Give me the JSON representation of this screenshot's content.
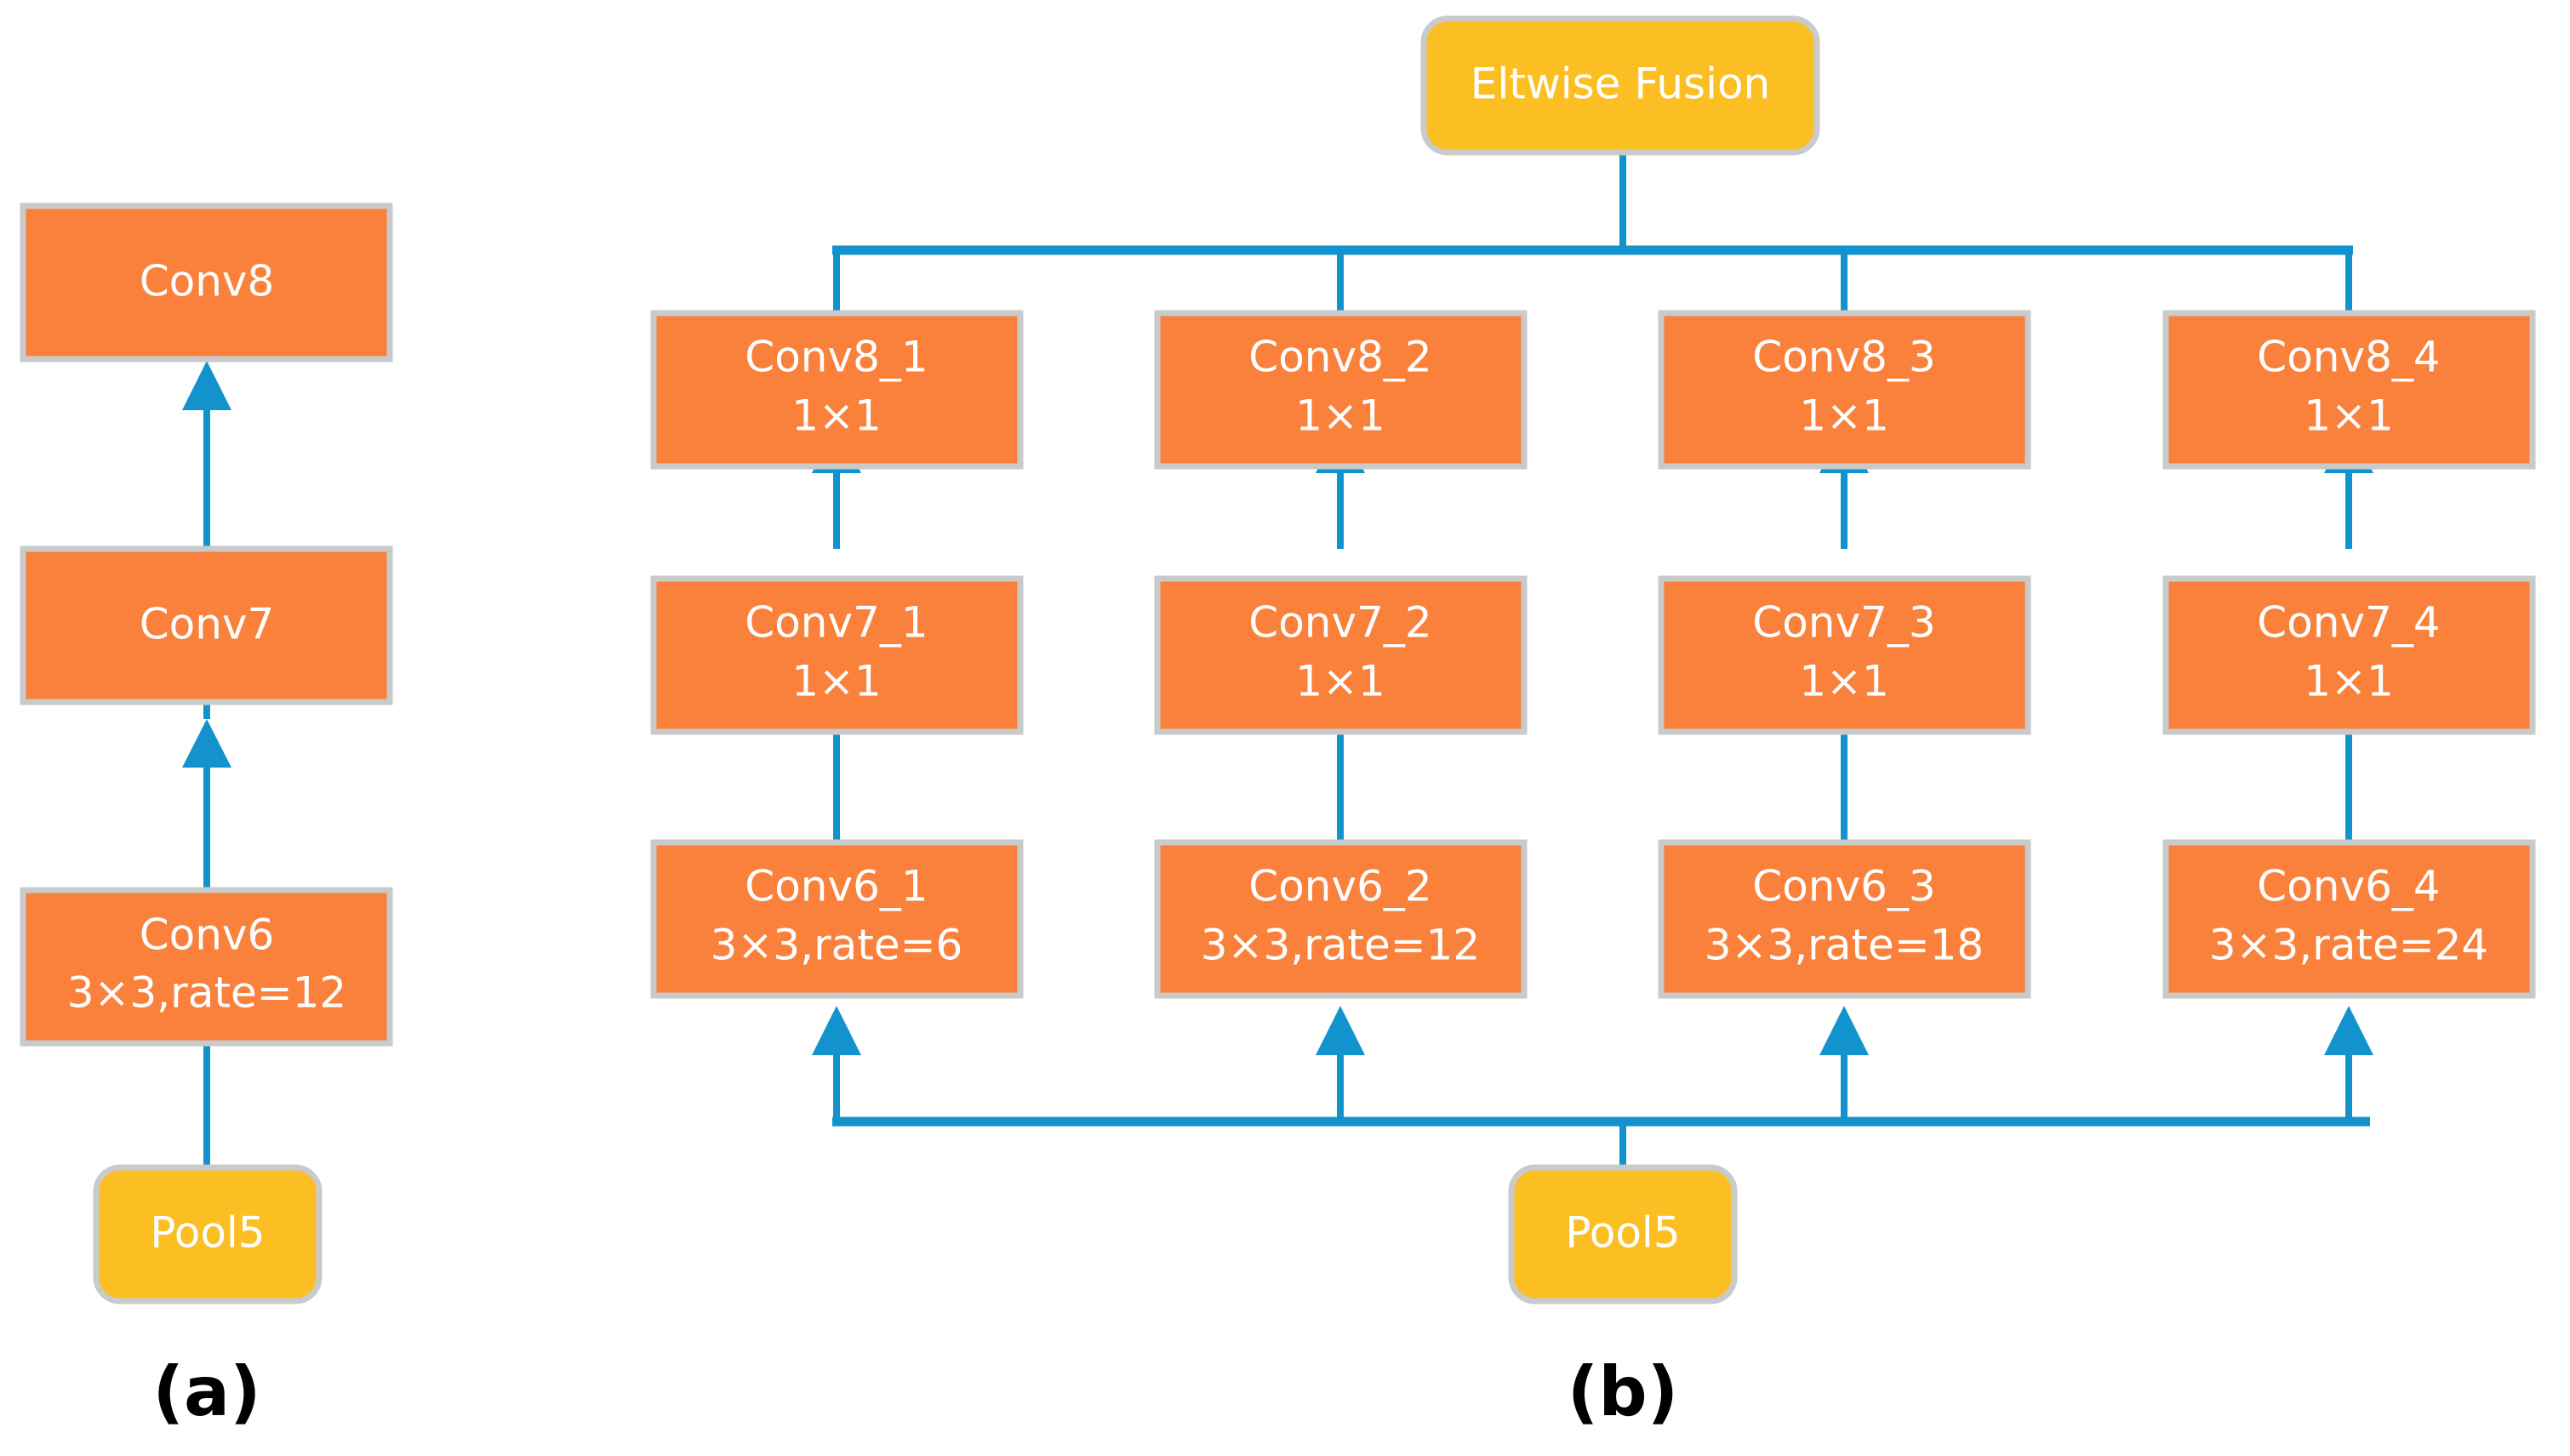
{
  "figure": {
    "background_color": "#ffffff",
    "panels": [
      {
        "id": "panel-a",
        "caption": "(a)",
        "nodes": [
          {
            "id": "a-pool5",
            "label_line1": "Pool5",
            "label_line2": "",
            "shape": "rounded",
            "color": "#FBBF24"
          },
          {
            "id": "a-conv6",
            "label_line1": "Conv6",
            "label_line2": "3×3,rate=12",
            "shape": "rect",
            "color": "#F9813C"
          },
          {
            "id": "a-conv7",
            "label_line1": "Conv7",
            "label_line2": "",
            "shape": "rect",
            "color": "#F9813C"
          },
          {
            "id": "a-conv8",
            "label_line1": "Conv8",
            "label_line2": "",
            "shape": "rect",
            "color": "#F9813C"
          }
        ]
      },
      {
        "id": "panel-b",
        "caption": "(b)",
        "nodes": [
          {
            "id": "b-pool5",
            "label_line1": "Pool5",
            "label_line2": "",
            "shape": "rounded",
            "color": "#FBBF24"
          },
          {
            "id": "b-conv6-1",
            "label_line1": "Conv6_1",
            "label_line2": "3×3,rate=6",
            "shape": "rect",
            "color": "#F9813C"
          },
          {
            "id": "b-conv6-2",
            "label_line1": "Conv6_2",
            "label_line2": "3×3,rate=12",
            "shape": "rect",
            "color": "#F9813C"
          },
          {
            "id": "b-conv6-3",
            "label_line1": "Conv6_3",
            "label_line2": "3×3,rate=18",
            "shape": "rect",
            "color": "#F9813C"
          },
          {
            "id": "b-conv6-4",
            "label_line1": "Conv6_4",
            "label_line2": "3×3,rate=24",
            "shape": "rect",
            "color": "#F9813C"
          },
          {
            "id": "b-conv7-1",
            "label_line1": "Conv7_1",
            "label_line2": "1×1",
            "shape": "rect",
            "color": "#F9813C"
          },
          {
            "id": "b-conv7-2",
            "label_line1": "Conv7_2",
            "label_line2": "1×1",
            "shape": "rect",
            "color": "#F9813C"
          },
          {
            "id": "b-conv7-3",
            "label_line1": "Conv7_3",
            "label_line2": "1×1",
            "shape": "rect",
            "color": "#F9813C"
          },
          {
            "id": "b-conv7-4",
            "label_line1": "Conv7_4",
            "label_line2": "1×1",
            "shape": "rect",
            "color": "#F9813C"
          },
          {
            "id": "b-conv8-1",
            "label_line1": "Conv8_1",
            "label_line2": "1×1",
            "shape": "rect",
            "color": "#F9813C"
          },
          {
            "id": "b-conv8-2",
            "label_line1": "Conv8_2",
            "label_line2": "1×1",
            "shape": "rect",
            "color": "#F9813C"
          },
          {
            "id": "b-conv8-3",
            "label_line1": "Conv8_3",
            "label_line2": "1×1",
            "shape": "rect",
            "color": "#F9813C"
          },
          {
            "id": "b-conv8-4",
            "label_line1": "Conv8_4",
            "label_line2": "1×1",
            "shape": "rect",
            "color": "#F9813C"
          },
          {
            "id": "b-fusion",
            "label_line1": "Eltwise Fusion",
            "label_line2": "",
            "shape": "rounded",
            "color": "#FBBF24"
          }
        ]
      }
    ],
    "colors": {
      "orange_block": "#F9813C",
      "yellow_block": "#FBBF24",
      "block_border": "#C9CACA",
      "arrow": "#1393CE",
      "label_text": "#FFFFFF",
      "caption_text": "#000000"
    }
  }
}
